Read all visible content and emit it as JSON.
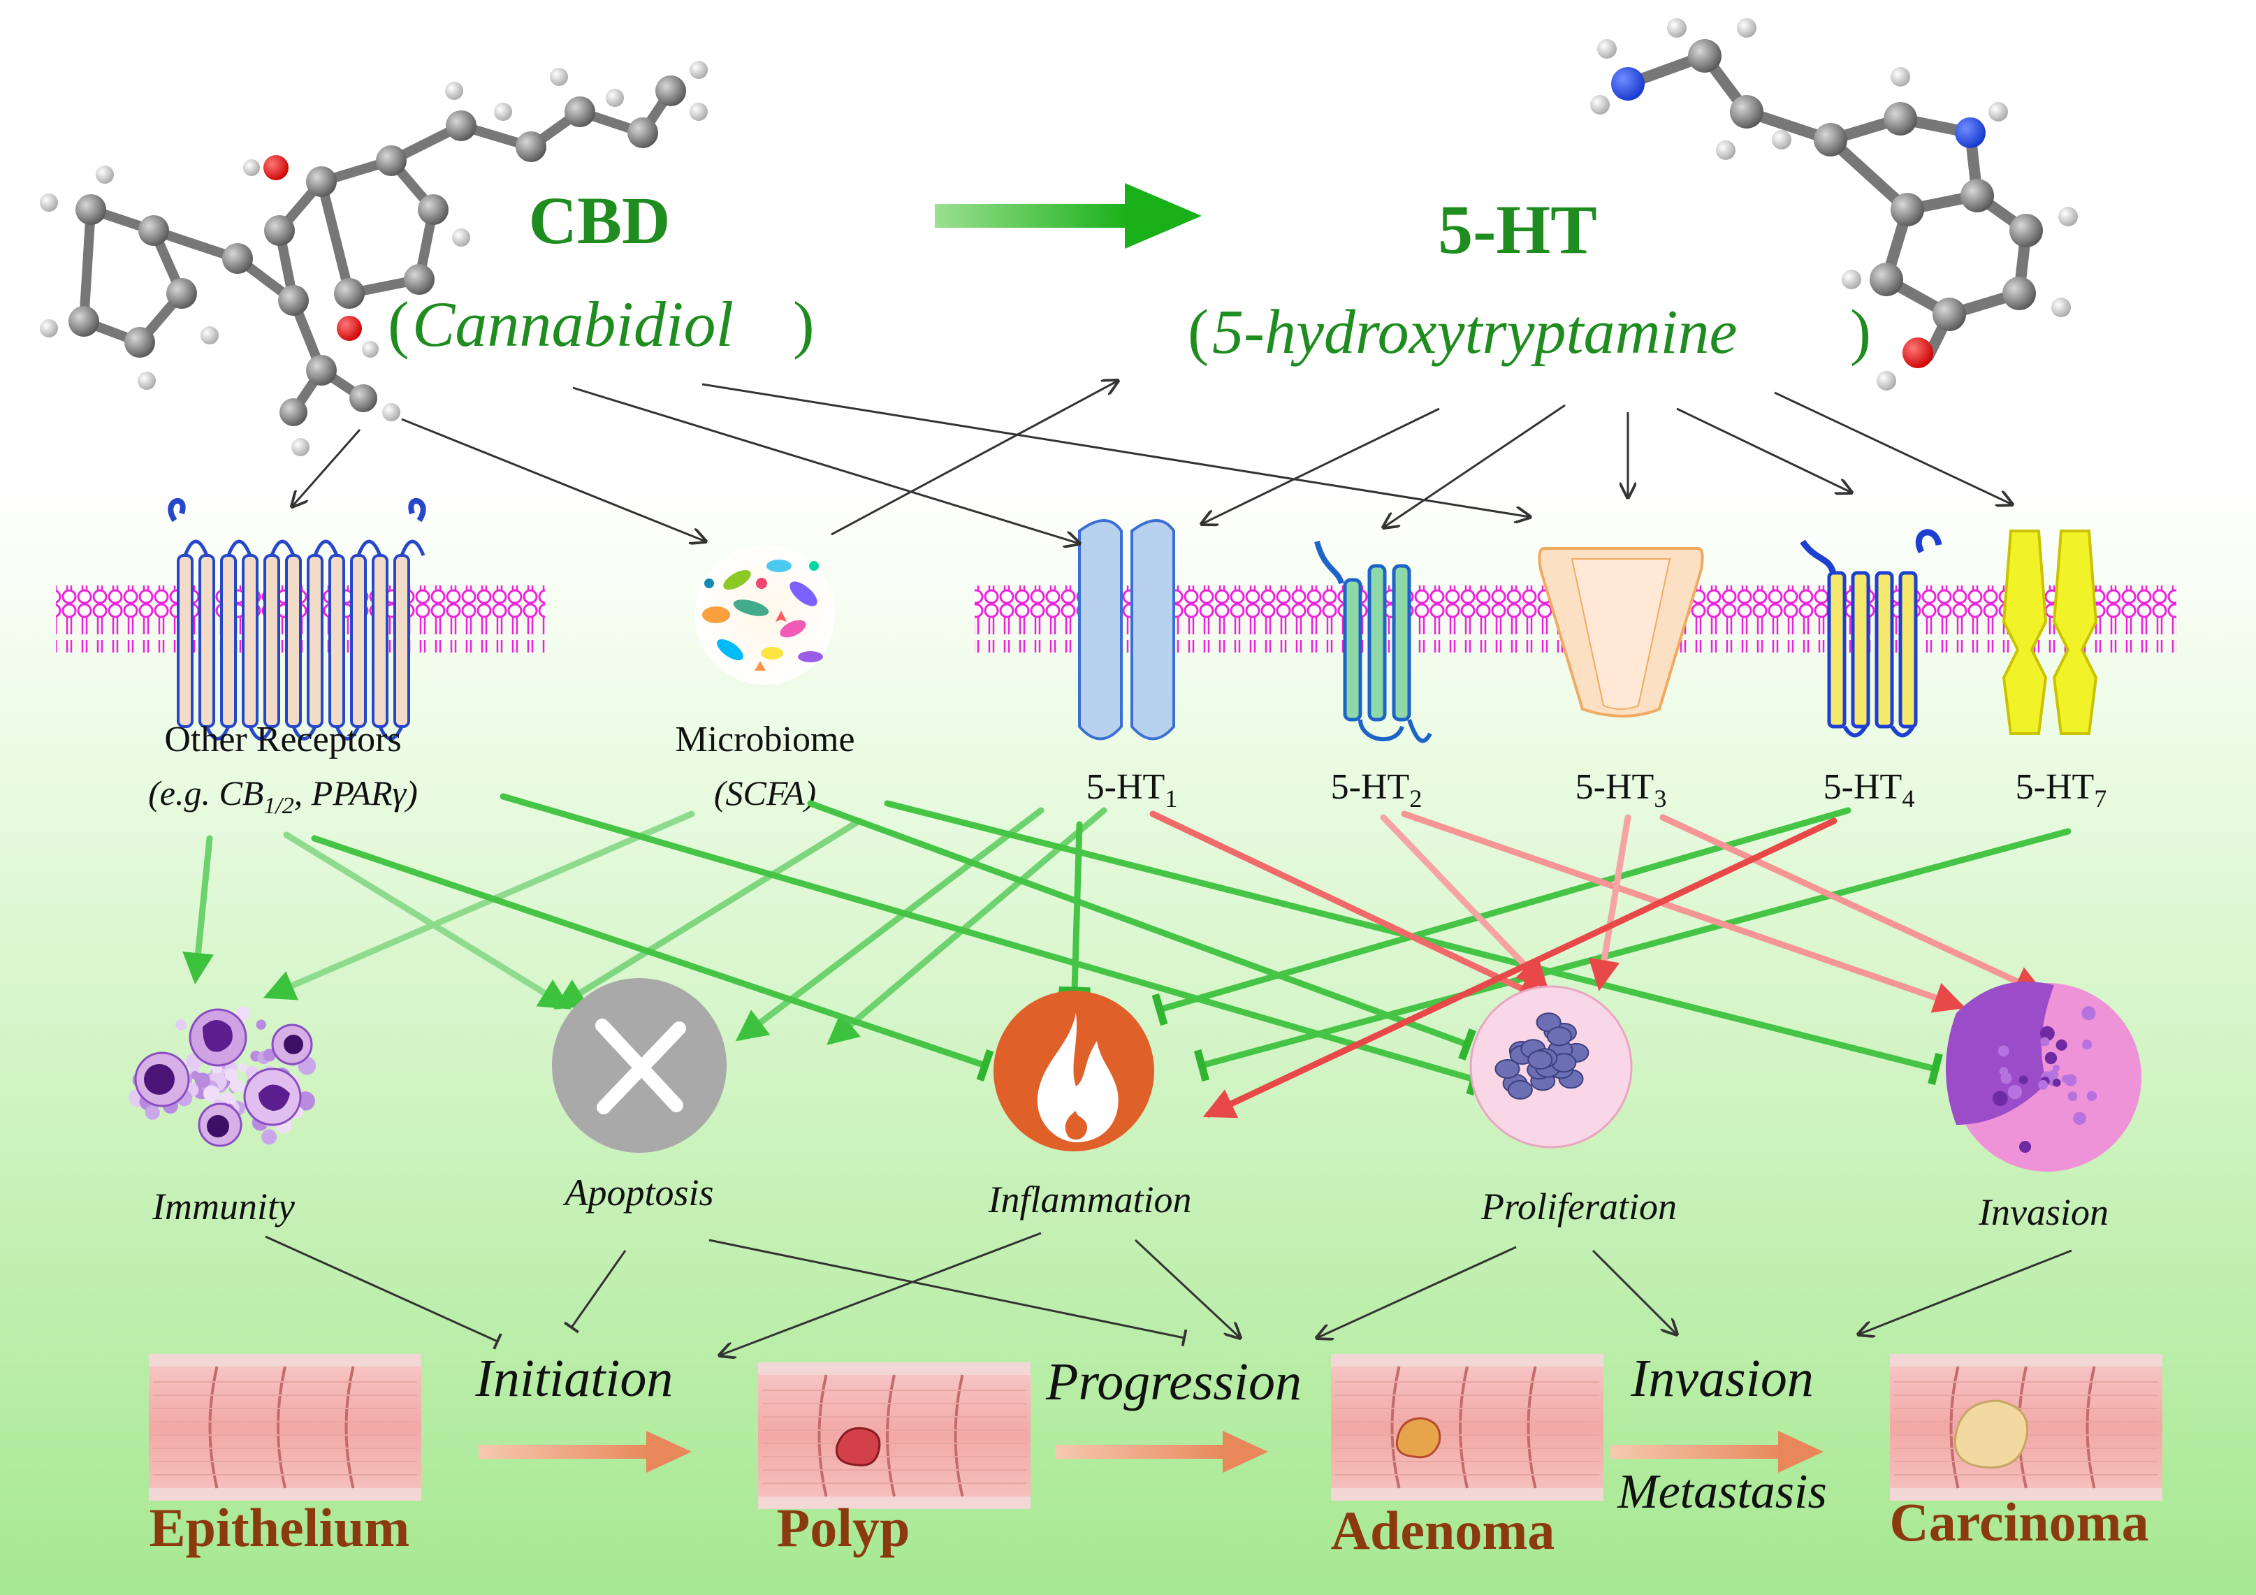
{
  "molecules": {
    "cbd": {
      "abbr": "CBD",
      "name": "Cannabidiol"
    },
    "serotonin": {
      "abbr": "5-HT",
      "name": "5-hydroxytryptamine"
    }
  },
  "receptors": {
    "other": {
      "line1": "Other Receptors",
      "line2_prefix": "(e.g. CB",
      "line2_sub": "1/2",
      "line2_suffix": ", PPARγ)"
    },
    "microbiome": {
      "line1": "Microbiome",
      "line2": "(SCFA)"
    },
    "ht_base": "5-HT",
    "ht_subtypes": [
      "1",
      "2",
      "3",
      "4",
      "7"
    ]
  },
  "processes": {
    "immunity": "Immunity",
    "apoptosis": "Apoptosis",
    "inflammation": "Inflammation",
    "proliferation": "Proliferation",
    "invasion": "Invasion"
  },
  "stages": {
    "initiation": "Initiation",
    "progression": "Progression",
    "invasion": "Invasion",
    "metastasis": "Metastasis",
    "epithelium": "Epithelium",
    "polyp": "Polyp",
    "adenoma": "Adenoma",
    "carcinoma": "Carcinoma"
  },
  "colors": {
    "brand_green": "#1f8c1f",
    "stage_brown": "#8b3a10",
    "promote_red": "#f05a5a",
    "inhibit_green": "#3cc23c",
    "membrane_pink": "#ee22dd",
    "inflammation_orange": "#e0602a"
  }
}
